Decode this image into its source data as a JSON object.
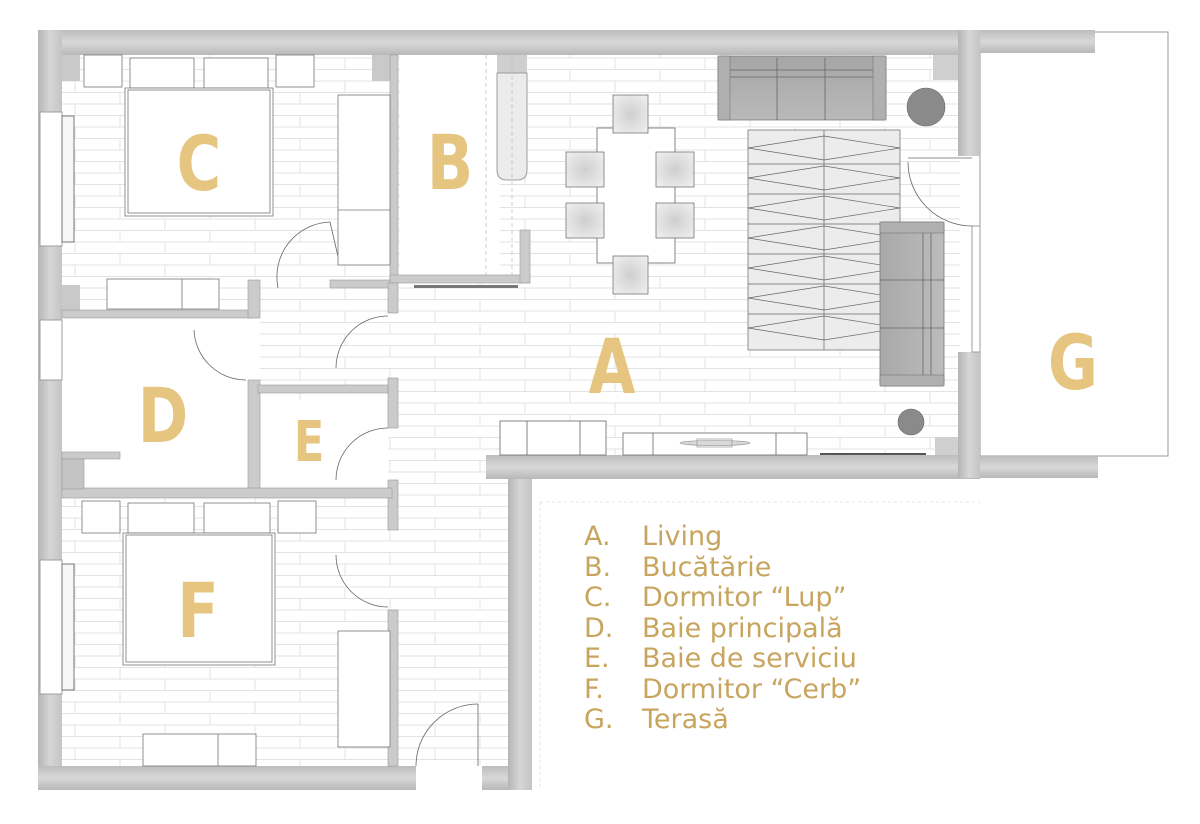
{
  "colors": {
    "label_fill": "#e6c581",
    "legend_text": "#c8a55e",
    "wall": "#c9c9c9",
    "wall_dark": "#a9a9a9",
    "floor_line": "#e2e2e2",
    "furniture_gray": "#9e9e9e"
  },
  "rooms": {
    "A": {
      "letter": "A",
      "name": "Living"
    },
    "B": {
      "letter": "B",
      "name": "Bucătărie"
    },
    "C": {
      "letter": "C",
      "name": "Dormitor “Lup”"
    },
    "D": {
      "letter": "D",
      "name": "Baie principală"
    },
    "E": {
      "letter": "E",
      "name": "Baie de serviciu"
    },
    "F": {
      "letter": "F",
      "name": "Dormitor “Cerb”"
    },
    "G": {
      "letter": "G",
      "name": "Terasă"
    }
  },
  "legend": {
    "items": [
      {
        "key": "A.",
        "label": "Living"
      },
      {
        "key": "B.",
        "label": "Bucătărie"
      },
      {
        "key": "C.",
        "label": "Dormitor “Lup”"
      },
      {
        "key": "D.",
        "label": "Baie principală"
      },
      {
        "key": "E.",
        "label": "Baie de serviciu"
      },
      {
        "key": "F.",
        "label": "Dormitor “Cerb”"
      },
      {
        "key": "G.",
        "label": "Terasă"
      }
    ]
  }
}
